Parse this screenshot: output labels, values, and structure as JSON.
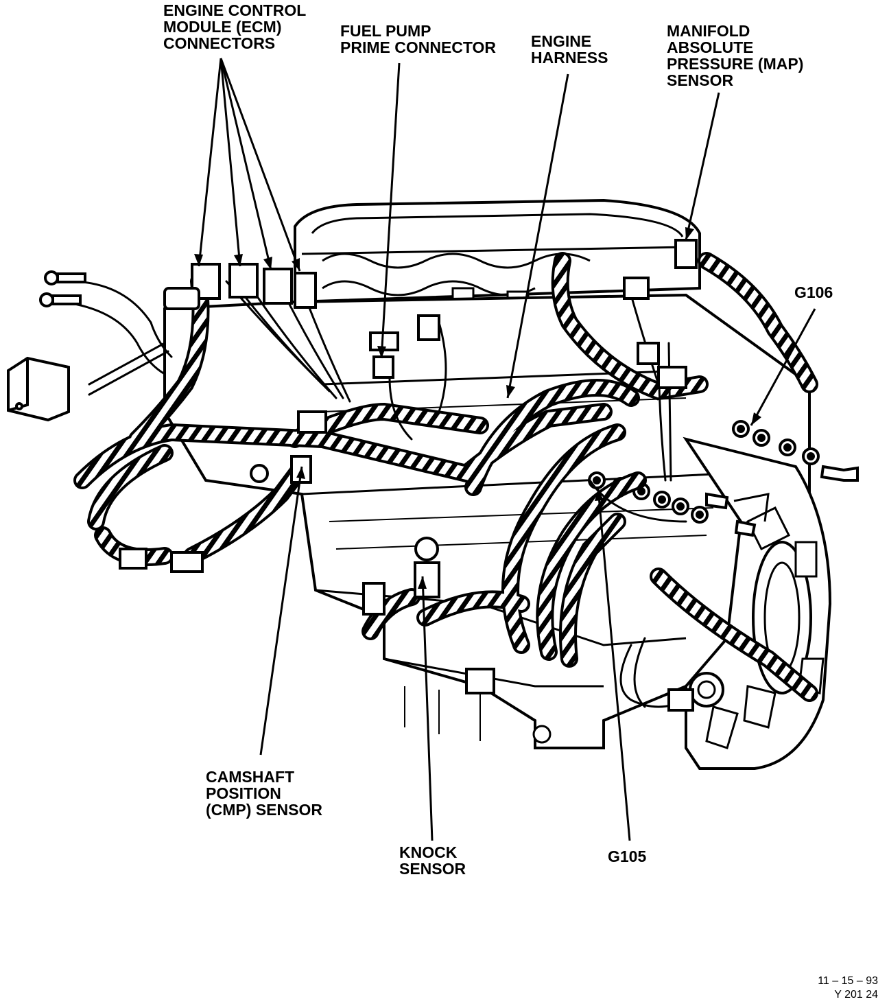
{
  "labels": {
    "ecm": [
      "ENGINE CONTROL",
      "MODULE (ECM)",
      "CONNECTORS"
    ],
    "fuel_pump": [
      "FUEL PUMP",
      "PRIME CONNECTOR"
    ],
    "engine_harness": [
      "ENGINE",
      "HARNESS"
    ],
    "map_sensor": [
      "MANIFOLD",
      "ABSOLUTE",
      "PRESSURE (MAP)",
      "SENSOR"
    ],
    "g106": "G106",
    "cmp_sensor": [
      "CAMSHAFT",
      "POSITION",
      "(CMP) SENSOR"
    ],
    "knock_sensor": [
      "KNOCK",
      "SENSOR"
    ],
    "g105": "G105"
  },
  "footer": {
    "date": "11 – 15 – 93",
    "code": "Y 201 24"
  },
  "colors": {
    "ink": "#000000",
    "paper": "#ffffff"
  }
}
